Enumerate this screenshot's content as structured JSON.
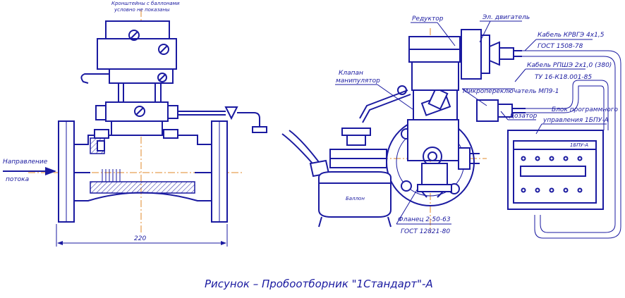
{
  "labels": {
    "brackets_note_1": "Кронштейны с баллонами",
    "brackets_note_2": "условно не показаны",
    "flow_direction_1": "Направление",
    "flow_direction_2": "потока",
    "dimension": "220",
    "reducer": "Редуктор",
    "electric_motor": "Эл. двигатель",
    "cable_krvg_1": "Кабель КРВГЭ 4х1,5",
    "cable_krvg_2": "ГОСТ 1508-78",
    "cable_rpsh_1": "Кабель РПШЭ 2х1,0 (380)",
    "cable_rpsh_2": "ТУ 16-К18.001-85",
    "microswitch": "Микропереключатель МП9-1",
    "valve_1": "Клапан",
    "valve_2": "манипулятор",
    "doser": "Дозатор",
    "control_unit_1": "Блок программного",
    "control_unit_2": "управления 1БПУ-А",
    "control_unit_plate": "1БПУ-А",
    "cylinder": "Баллон",
    "flange_1": "Фланец 2-50-63",
    "flange_2": "ГОСТ 12821-80"
  },
  "caption": "Рисунок     – Пробоотборник \"1Стандарт\"-А",
  "colors": {
    "line": "#1a1aa0",
    "centerline": "#e08a2a",
    "background": "#ffffff"
  }
}
